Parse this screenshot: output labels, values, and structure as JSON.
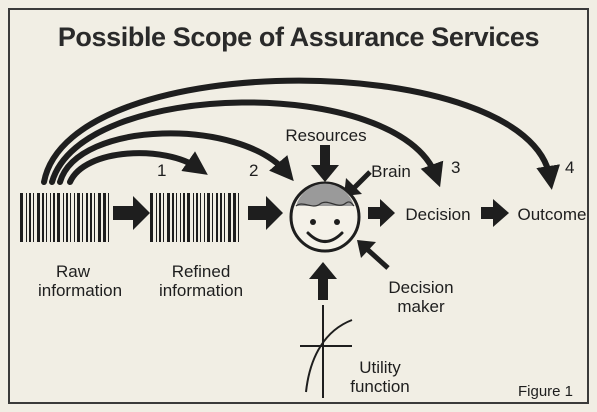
{
  "title": "Possible Scope of Assurance Services",
  "nodes": {
    "raw_information": [
      "Raw",
      "information"
    ],
    "refined_information": [
      "Refined",
      "information"
    ],
    "resources": "Resources",
    "brain": "Brain",
    "decision": "Decision",
    "outcome": "Outcome",
    "decision_maker": [
      "Decision",
      "maker"
    ],
    "utility_function": [
      "Utility",
      "function"
    ]
  },
  "scope_numbers": [
    "1",
    "2",
    "3",
    "4"
  ],
  "figure_label": "Figure 1",
  "colors": {
    "ink": "#1e1e1e",
    "brain_fill": "#9a9a9a",
    "background": "#f1eee4"
  }
}
